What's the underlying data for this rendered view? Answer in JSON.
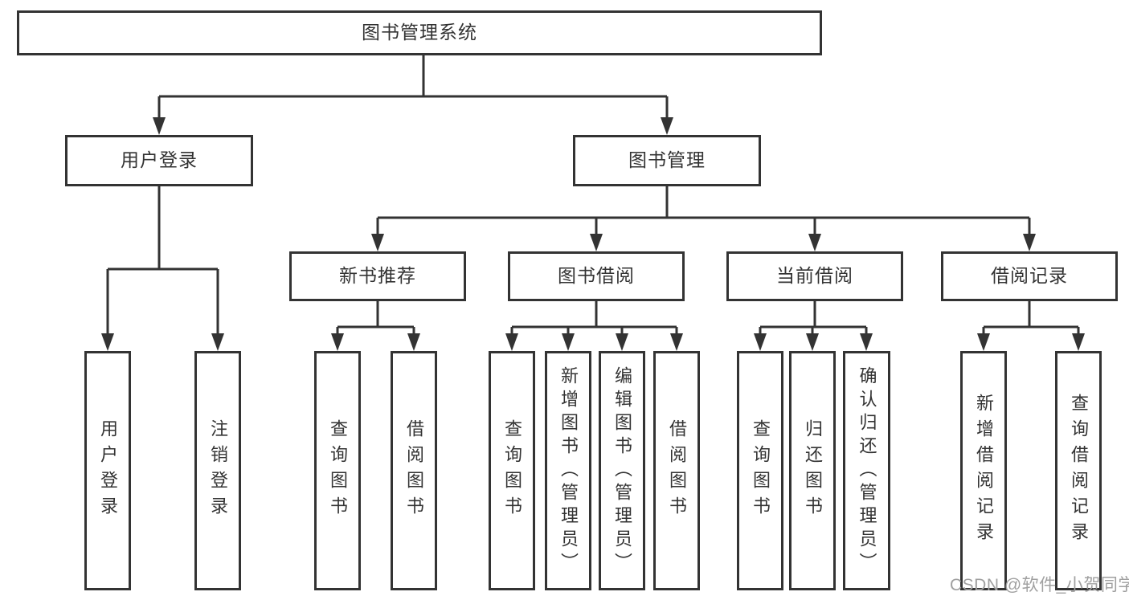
{
  "diagram": {
    "watermark": "CSDN @软件_小贺同学",
    "colors": {
      "line": "#333333",
      "border": "#333333",
      "text": "#333333",
      "watermark_text": "#a0a0a0",
      "background": "#ffffff"
    },
    "tree": {
      "label": "图书管理系统",
      "children": [
        {
          "label": "用户登录",
          "children": [
            {
              "label": "用户登录"
            },
            {
              "label": "注销登录"
            }
          ]
        },
        {
          "label": "图书管理",
          "children": [
            {
              "label": "新书推荐",
              "children": [
                {
                  "label": "查询图书"
                },
                {
                  "label": "借阅图书"
                }
              ]
            },
            {
              "label": "图书借阅",
              "children": [
                {
                  "label": "查询图书"
                },
                {
                  "label": "新增图书（管理员）"
                },
                {
                  "label": "编辑图书（管理员）"
                },
                {
                  "label": "借阅图书"
                }
              ]
            },
            {
              "label": "当前借阅",
              "children": [
                {
                  "label": "查询图书"
                },
                {
                  "label": "归还图书"
                },
                {
                  "label": "确认归还（管理员）"
                }
              ]
            },
            {
              "label": "借阅记录",
              "children": [
                {
                  "label": "新增借阅记录"
                },
                {
                  "label": "查询借阅记录"
                }
              ]
            }
          ]
        }
      ]
    }
  }
}
